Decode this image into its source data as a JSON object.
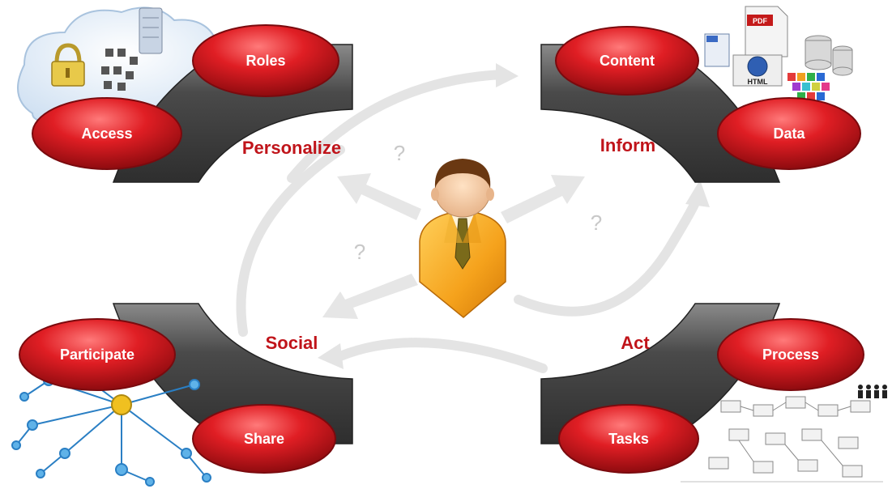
{
  "quadrants": {
    "personalize": {
      "label": "Personalize",
      "pills": [
        {
          "label": "Roles"
        },
        {
          "label": "Access"
        }
      ]
    },
    "inform": {
      "label": "Inform",
      "pills": [
        {
          "label": "Content"
        },
        {
          "label": "Data"
        }
      ]
    },
    "social": {
      "label": "Social",
      "pills": [
        {
          "label": "Participate"
        },
        {
          "label": "Share"
        }
      ]
    },
    "act": {
      "label": "Act",
      "pills": [
        {
          "label": "Process"
        },
        {
          "label": "Tasks"
        }
      ]
    }
  },
  "center": {
    "question_marks": [
      "?",
      "?",
      "?"
    ]
  },
  "icons": {
    "personalize": [
      "cloud-icon",
      "padlock-icon",
      "org-chart-icon",
      "server-icon"
    ],
    "inform": [
      "pdf-document-icon",
      "html-globe-icon",
      "database-icon",
      "color-grid-icon",
      "word-document-icon"
    ],
    "social": [
      "social-network-icon"
    ],
    "act": [
      "process-flowchart-icon",
      "people-icon"
    ],
    "center": [
      "businessman-icon"
    ]
  },
  "icon_text": {
    "pdf": "PDF",
    "html": "HTML"
  },
  "colors": {
    "pill_red": "#d8141c",
    "pill_red_light": "#ff6a6a",
    "label_red": "#c0141a",
    "arm_gray": "#4a4a4a",
    "arrow_gray": "#e2e2e2",
    "person_orange": "#f5a21c"
  }
}
